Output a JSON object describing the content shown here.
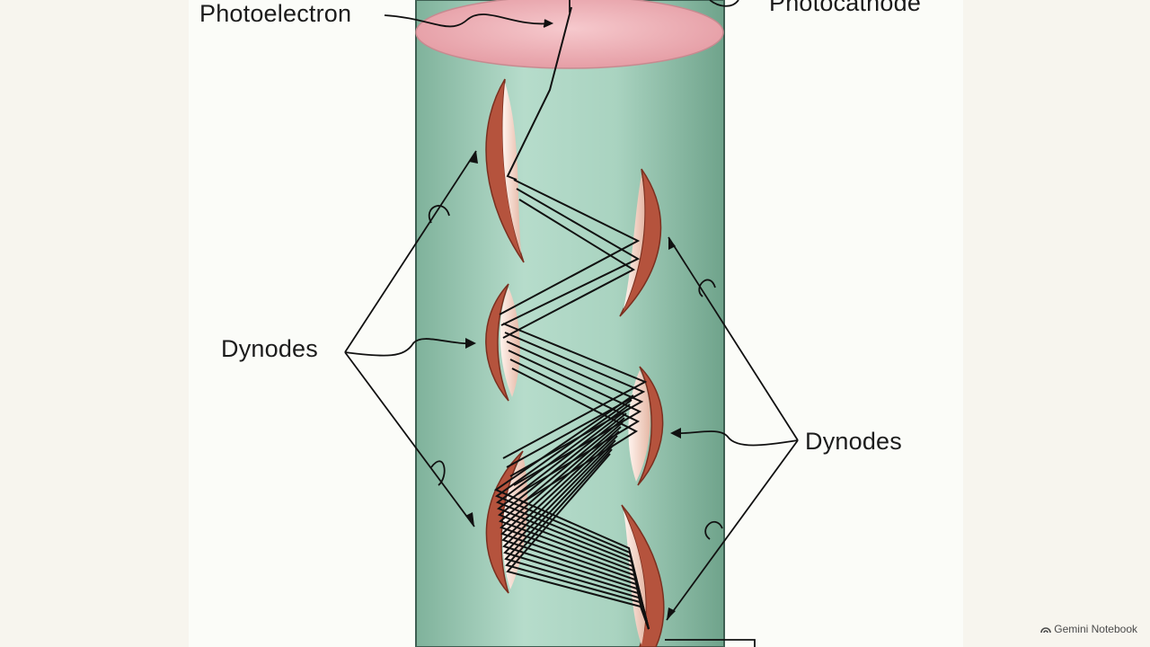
{
  "labels": {
    "photoelectron": "Photoelectron",
    "photocathode": "Photocathode",
    "dynodes_left": "Dynodes",
    "dynodes_right": "Dynodes"
  },
  "watermark": {
    "text": "Gemini Notebook",
    "icon": "gemini-logo-icon"
  },
  "colors": {
    "tube": "#9fcbb7",
    "cathode": "#ecb4b9",
    "dynode": "#b5533d",
    "electron_path": "#111111",
    "background": "#f7f5ee"
  }
}
